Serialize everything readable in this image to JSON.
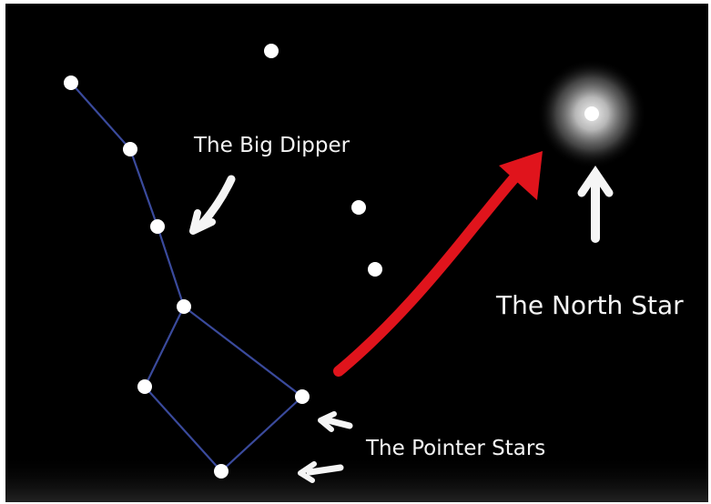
{
  "labels": {
    "big_dipper": "The Big Dipper",
    "north_star": "The North Star",
    "pointer_stars": "The Pointer Stars"
  },
  "colors": {
    "background": "#000000",
    "star": "#ffffff",
    "constellation_line": "#3a4a9c",
    "pointer_arrow": "#e0141c",
    "annotation_arrow": "#f5f5f5",
    "label": "#f4f4f4"
  }
}
